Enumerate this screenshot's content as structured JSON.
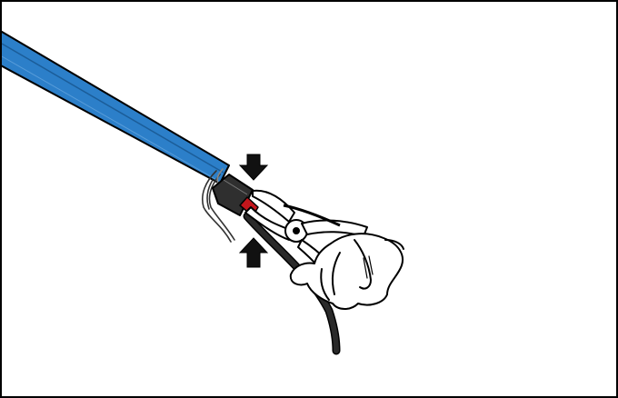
{
  "illustration": {
    "subject": "pliers-cutting-heating-cable-jacket",
    "colors": {
      "cable_jacket": "#2c7fc9",
      "cable_jacket_edge": "#1b5d99",
      "outline": "#000000",
      "end_boot": "#2f2f2f",
      "conductor": "#c4161c",
      "background": "#ffffff"
    },
    "icons": [
      "heating-cable",
      "braid-wire",
      "end-boot",
      "conductor-wire",
      "pliers",
      "hand",
      "down-arrow",
      "up-arrow"
    ]
  }
}
